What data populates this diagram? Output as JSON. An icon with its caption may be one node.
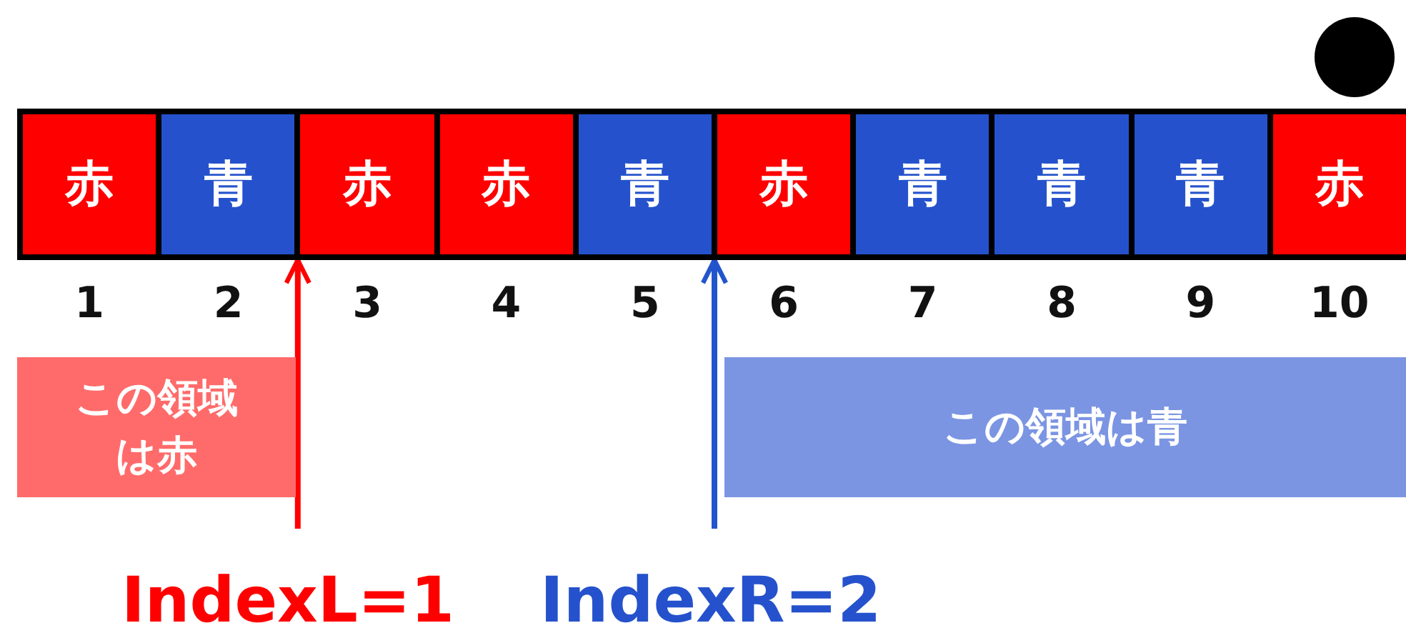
{
  "diagram": {
    "nodes": [
      {
        "text": [],
        "shape": "circle"
      },
      {
        "text": [
          "赤"
        ]
      },
      {
        "text": [
          "青"
        ]
      },
      {
        "text": [
          "赤"
        ]
      },
      {
        "text": [
          "赤"
        ]
      },
      {
        "text": [
          "青"
        ]
      },
      {
        "text": [
          "赤"
        ]
      },
      {
        "text": [
          "青"
        ]
      },
      {
        "text": [
          "青"
        ]
      },
      {
        "text": [
          "青"
        ]
      },
      {
        "text": [
          "赤"
        ]
      },
      {
        "text": [
          "この領域は赤"
        ]
      },
      {
        "text": [
          "この領域は青"
        ]
      },
      {
        "text": [
          "IndexL=1"
        ]
      },
      {
        "text": [
          "IndexR=2"
        ]
      }
    ],
    "edges": [
      {
        "from": 13,
        "to": 2,
        "arrow": "to",
        "color": "#ff0000"
      },
      {
        "from": 14,
        "to": 5,
        "arrow": "to",
        "color": "#2255cc"
      }
    ],
    "labels": [
      "1",
      "2",
      "3",
      "4",
      "5",
      "6",
      "7",
      "8",
      "9",
      "10"
    ]
  }
}
